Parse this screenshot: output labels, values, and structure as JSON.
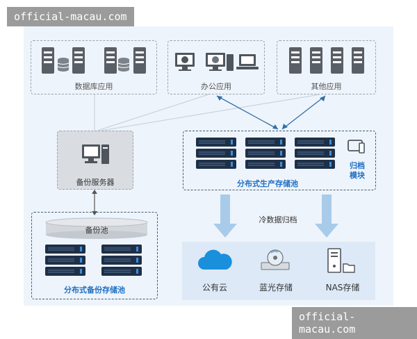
{
  "watermark": {
    "top": "official-macau.com",
    "bottom": "official-macau.com"
  },
  "apps": {
    "database": "数据库应用",
    "office": "办公应用",
    "other": "其他应用"
  },
  "backup_server": "备份服务器",
  "production_pool": "分布式生产存储池",
  "archive_module": "归档\n模块",
  "archive_line1": "归档",
  "archive_line2": "模块",
  "cold_archive": "冷数据归档",
  "backup_pool_label": "备份池",
  "backup_storage_pool": "分布式备份存储池",
  "targets": {
    "cloud": "公有云",
    "bluray": "蓝光存储",
    "nas": "NAS存储"
  },
  "colors": {
    "accent": "#1f6fc4",
    "panel": "#eef4fb",
    "dark_unit": "#1e3048",
    "arrow": "#5aa0d6"
  }
}
